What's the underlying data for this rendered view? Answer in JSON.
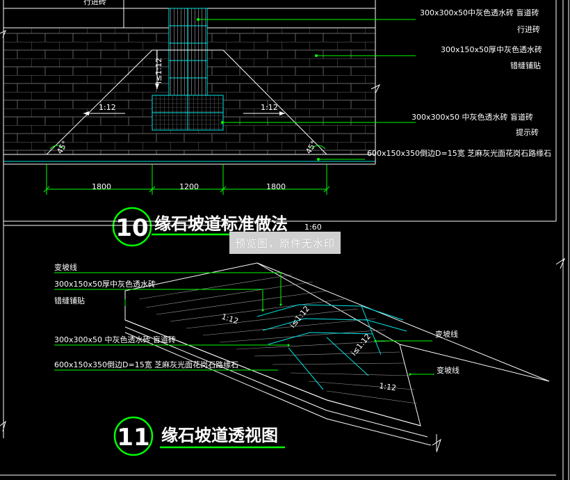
{
  "top_fragment": "行进砖",
  "plan": {
    "labels": {
      "l1a": "300x300x50中灰色透水砖 盲道砖",
      "l1b": "行进砖",
      "l2a": "300x150x50厚中灰色透水砖",
      "l2b": "错缝铺贴",
      "l3a": "300x300x50  中灰色透水砖 盲道砖",
      "l3b": "提示砖",
      "l4": "600x150x350倒边D=15宽 芝麻灰光面花岗石路缘石"
    },
    "slope_left": "1:12",
    "slope_right": "1:12",
    "slope_vertical": "i≤1:12",
    "angle_left": "45°",
    "angle_right": "45°",
    "dims": [
      "1800",
      "1200",
      "1800"
    ],
    "detail_number": "10",
    "title": "缘石坡道标准做法",
    "scale": "1:60"
  },
  "perspective": {
    "labels": {
      "a": "变坡线",
      "b1": "300x150x50厚中灰色透水砖",
      "b2": "错缝铺贴",
      "c": "300x300x50   中灰色透水砖 盲道砖",
      "d": "600x150x350倒边D=15宽 芝麻灰光面花岗石路缘石",
      "e": "变坡线",
      "f": "变坡线"
    },
    "slopes": [
      "1:12",
      "i≤1:12",
      "i≤1:12",
      "1:12"
    ],
    "detail_number": "11",
    "title": "缘石坡道透视图"
  },
  "watermark": "预览图，原件无水印",
  "colors": {
    "background": "#000000",
    "line": "#ffffff",
    "accent": "#00ff00",
    "cyan": "#00e5e5"
  }
}
